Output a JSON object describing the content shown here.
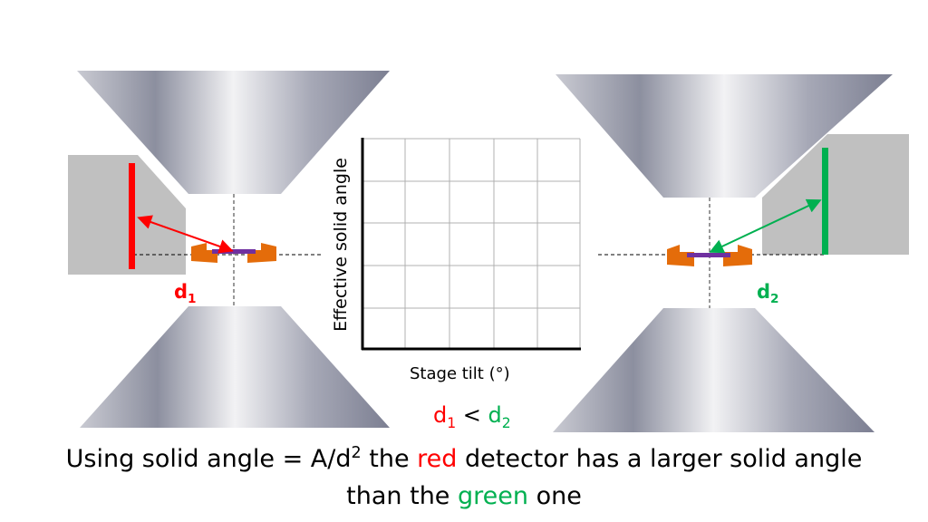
{
  "left_setup": {
    "distance_label": "d",
    "distance_sub": "1",
    "detector_color": "#ff0000"
  },
  "right_setup": {
    "distance_label": "d",
    "distance_sub": "2",
    "detector_color": "#00b050"
  },
  "plot": {
    "ylabel": "Effective solid angle",
    "xlabel": "Stage tilt (°)"
  },
  "comparison": {
    "left": "d",
    "left_sub": "1",
    "op": " < ",
    "right": "d",
    "right_sub": "2"
  },
  "caption": {
    "part1": "Using solid angle = A/d",
    "sup": "2",
    "part2": " the ",
    "red_word": "red",
    "part3": " detector has a larger solid angle",
    "line2_part1": "than the ",
    "green_word": "green",
    "line2_part2": " one"
  }
}
